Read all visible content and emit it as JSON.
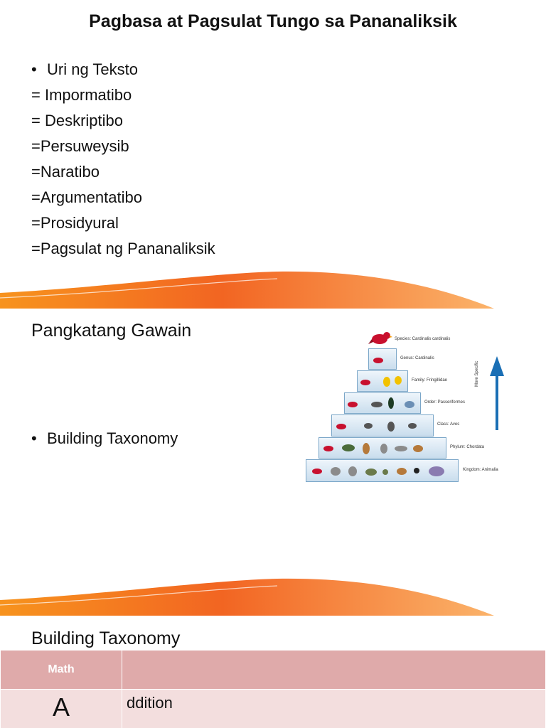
{
  "slide1": {
    "title": "Pagbasa at Pagsulat Tungo sa Pananaliksik",
    "bullet_item": "Uri ng Teksto",
    "items": [
      "= Impormatibo",
      "= Deskriptibo",
      "=Persuweysib",
      "=Naratibo",
      "=Argumentatibo",
      "=Prosidyural",
      "=Pagsulat ng Pananaliksik"
    ]
  },
  "slide2": {
    "title": "Pangkatang Gawain",
    "bullet_item": "Building Taxonomy",
    "taxonomy": {
      "species": "Species: Cardinalis cardinalis",
      "genus": "Genus: Cardinalis",
      "family": "Family: Fringillidae",
      "order": "Order: Passeriformes",
      "class": "Class: Aves",
      "phylum": "Phylum: Chordata",
      "kingdom": "Kingdom: Animalia",
      "arrow_label": "More Specific"
    }
  },
  "slide3": {
    "title": "Building Taxonomy",
    "table": {
      "header": [
        "Math",
        ""
      ],
      "row": {
        "letter": "A",
        "rest": "ddition"
      }
    }
  },
  "colors": {
    "swoosh": "#f26522",
    "table_header": "#dfaaaa",
    "table_row": "#f3dede",
    "arrow": "#1a6fb5"
  }
}
